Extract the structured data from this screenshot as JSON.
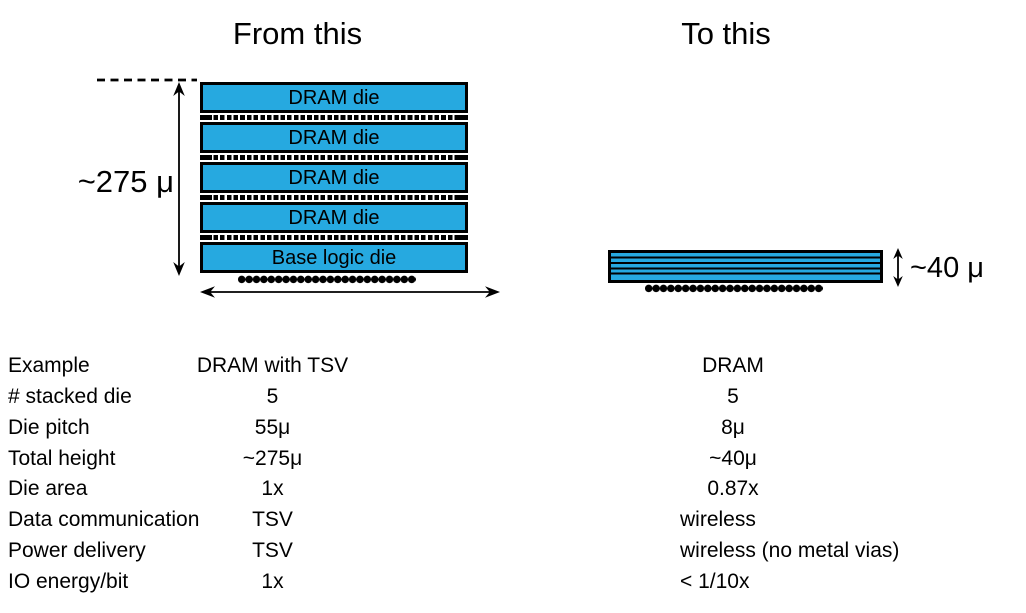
{
  "titles": {
    "left": "From this",
    "right": "To this"
  },
  "left_stack": {
    "dies": [
      "DRAM die",
      "DRAM die",
      "DRAM die",
      "DRAM die",
      "Base logic die"
    ],
    "height_label": "~275 μ"
  },
  "right_die": {
    "height_label": "~40 μ"
  },
  "colors": {
    "die_blue": "#26A9E0",
    "ink": "#000000",
    "background": "#ffffff"
  },
  "comparison_table": {
    "rows": [
      {
        "label": "Example",
        "from": "DRAM with TSV",
        "to": "DRAM"
      },
      {
        "label": "# stacked die",
        "from": "5",
        "to": "5"
      },
      {
        "label": "Die pitch",
        "from": "55μ",
        "to": "8μ"
      },
      {
        "label": "Total height",
        "from": "~275μ",
        "to": "~40μ"
      },
      {
        "label": "Die area",
        "from": "1x",
        "to": "0.87x"
      },
      {
        "label": "Data communication",
        "from": "TSV",
        "to": "wireless"
      },
      {
        "label": "Power delivery",
        "from": "TSV",
        "to": "wireless (no metal vias)"
      },
      {
        "label": "IO energy/bit",
        "from": "1x",
        "to": "< 1/10x"
      }
    ]
  }
}
